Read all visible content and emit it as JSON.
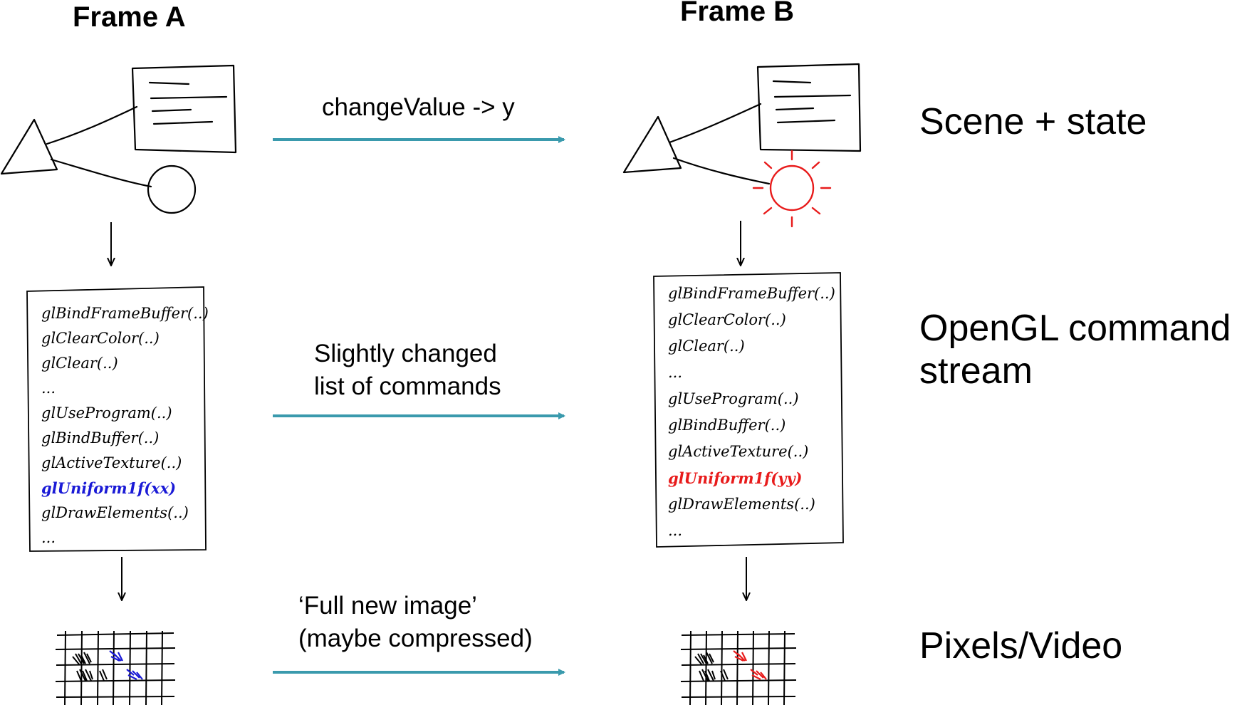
{
  "frames": {
    "a": {
      "title": "Frame A",
      "commands": [
        {
          "text": "glBindFrameBuffer(..)",
          "highlight": false
        },
        {
          "text": "glClearColor(..)",
          "highlight": false
        },
        {
          "text": "glClear(..)",
          "highlight": false
        },
        {
          "text": "...",
          "highlight": false
        },
        {
          "text": "glUseProgram(..)",
          "highlight": false
        },
        {
          "text": "glBindBuffer(..)",
          "highlight": false
        },
        {
          "text": "glActiveTexture(..)",
          "highlight": false
        },
        {
          "text": "glUniform1f(xx)",
          "highlight": true
        },
        {
          "text": "glDrawElements(..)",
          "highlight": false
        },
        {
          "text": "...",
          "highlight": false
        }
      ],
      "highlight_color": "#1a1ad6"
    },
    "b": {
      "title": "Frame B",
      "commands": [
        {
          "text": "glBindFrameBuffer(..)",
          "highlight": false
        },
        {
          "text": "glClearColor(..)",
          "highlight": false
        },
        {
          "text": "glClear(..)",
          "highlight": false
        },
        {
          "text": "...",
          "highlight": false
        },
        {
          "text": "glUseProgram(..)",
          "highlight": false
        },
        {
          "text": "glBindBuffer(..)",
          "highlight": false
        },
        {
          "text": "glActiveTexture(..)",
          "highlight": false
        },
        {
          "text": "glUniform1f(yy)",
          "highlight": true
        },
        {
          "text": "glDrawElements(..)",
          "highlight": false
        },
        {
          "text": "...",
          "highlight": false
        }
      ],
      "highlight_color": "#e81b1b"
    }
  },
  "arrows": {
    "scene": {
      "label_lines": [
        "changeValue -> y"
      ]
    },
    "commands": {
      "label_lines": [
        "Slightly changed",
        "list of commands"
      ]
    },
    "pixels": {
      "label_lines": [
        "‘Full new image’",
        "(maybe compressed)"
      ]
    },
    "color": "#3a9aad"
  },
  "rows": {
    "scene": {
      "label_lines": [
        "Scene + state"
      ]
    },
    "commands": {
      "label_lines": [
        "OpenGL command",
        "stream"
      ]
    },
    "pixels": {
      "label_lines": [
        "Pixels/Video"
      ]
    }
  }
}
